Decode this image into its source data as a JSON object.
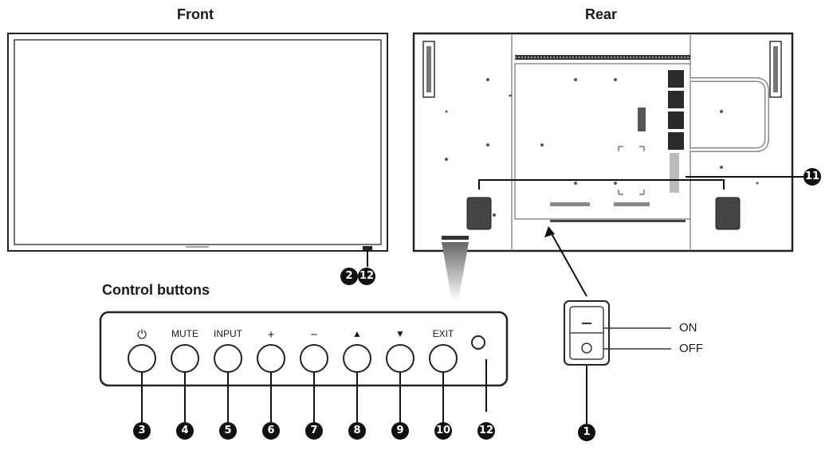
{
  "titles": {
    "front": "Front",
    "rear": "Rear",
    "control_buttons": "Control buttons"
  },
  "control_buttons": [
    {
      "label": "⏻",
      "icon": "power-icon",
      "callout": "3"
    },
    {
      "label": "MUTE",
      "callout": "4"
    },
    {
      "label": "INPUT",
      "callout": "5"
    },
    {
      "label": "+",
      "icon": "plus-icon",
      "callout": "6"
    },
    {
      "label": "−",
      "icon": "minus-icon",
      "callout": "7"
    },
    {
      "label": "▲",
      "icon": "up-arrow-icon",
      "callout": "8"
    },
    {
      "label": "▼",
      "icon": "down-arrow-icon",
      "callout": "9"
    },
    {
      "label": "EXIT",
      "callout": "10"
    }
  ],
  "sensor_callout": "12",
  "front_callouts": [
    "2",
    "12"
  ],
  "rear_callout": "11",
  "power_switch": {
    "callout": "1",
    "on_label": "ON",
    "off_label": "OFF"
  }
}
